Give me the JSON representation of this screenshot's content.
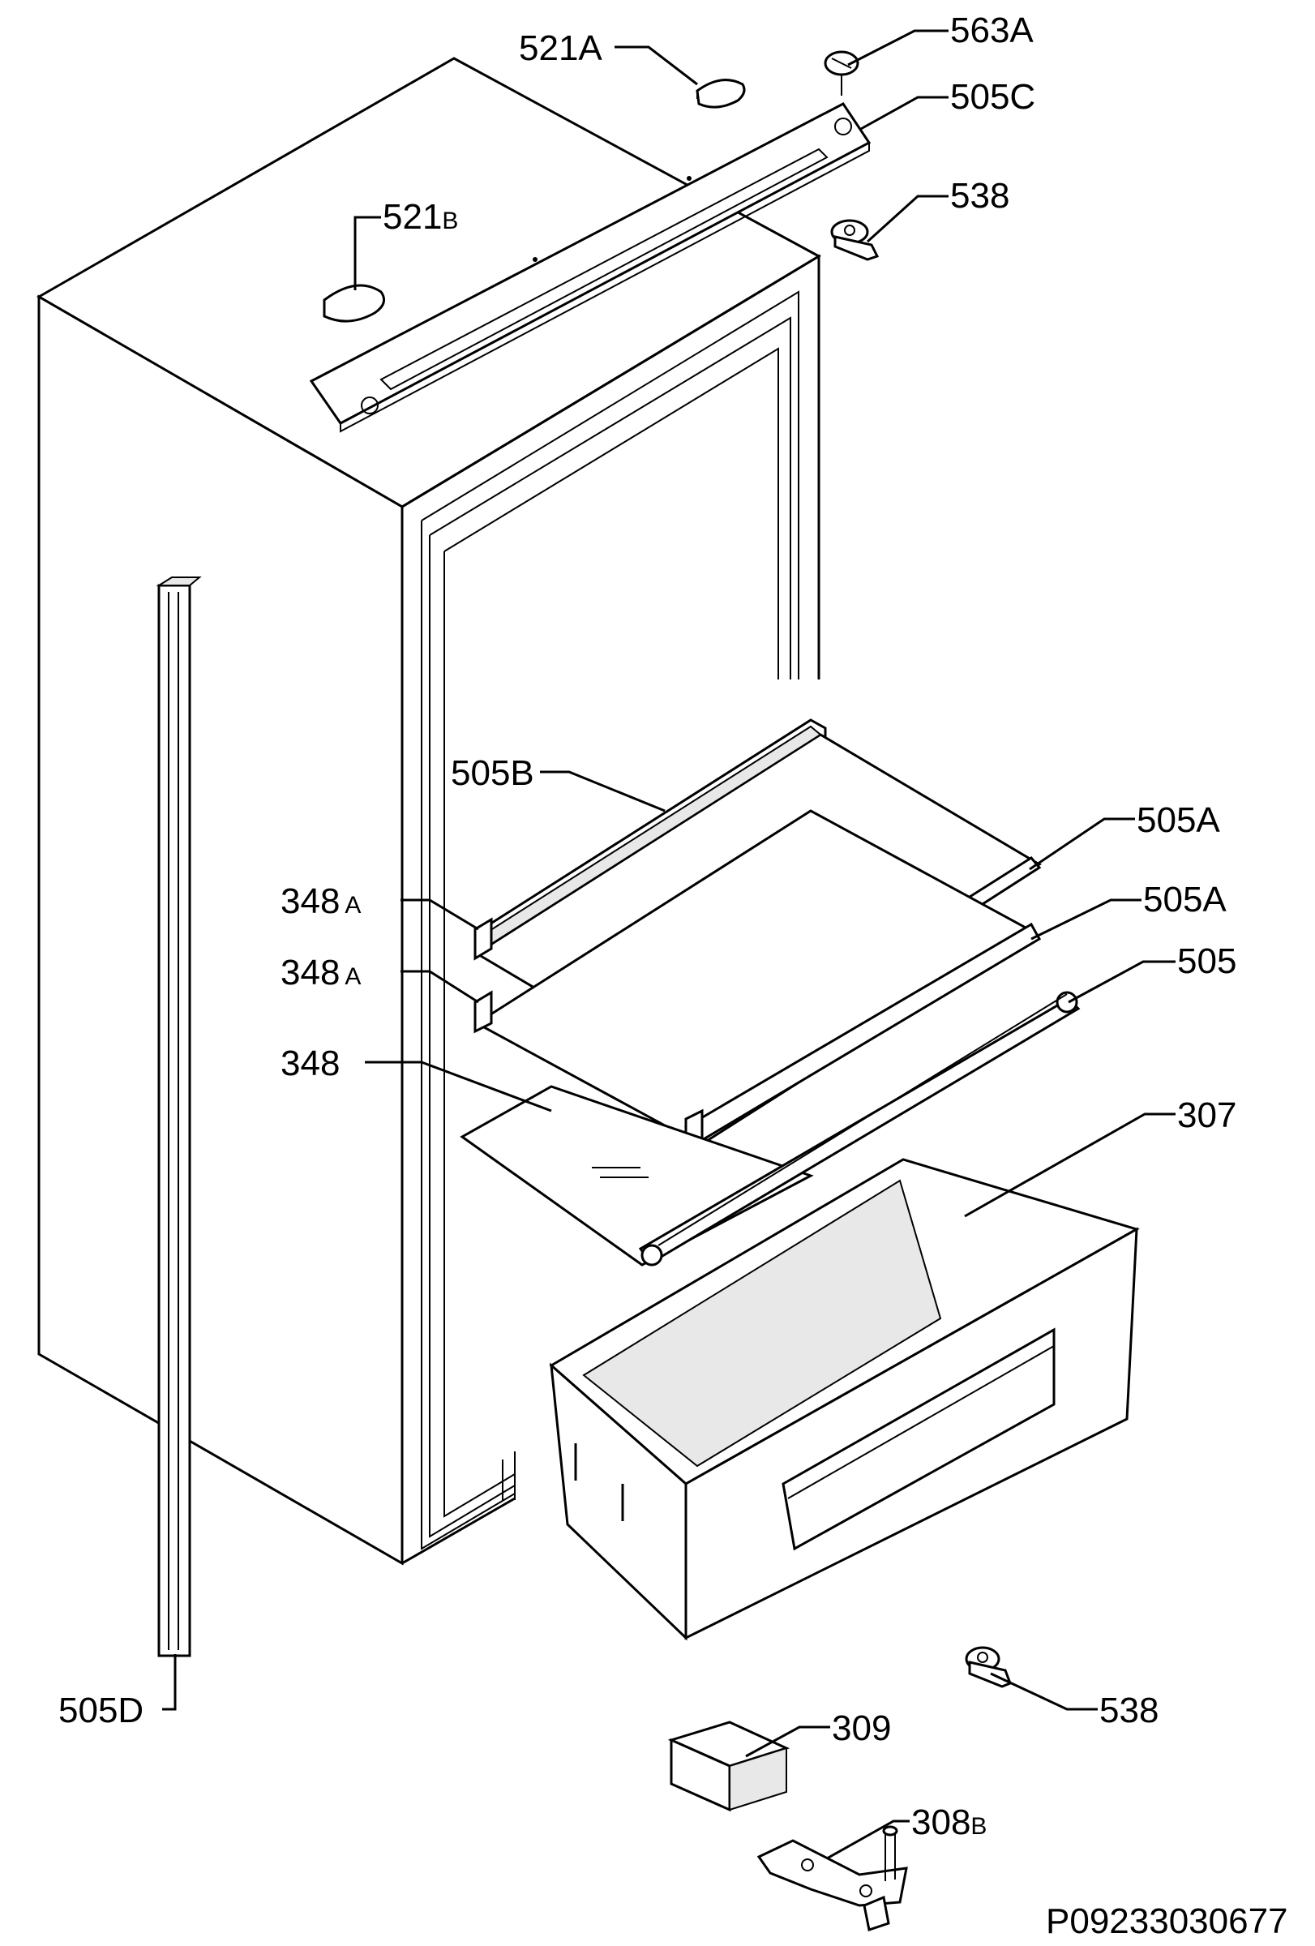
{
  "diagram": {
    "reference_code": "P09233030677",
    "callouts": [
      {
        "id": "521a",
        "number": "521",
        "suffix": "A"
      },
      {
        "id": "563a",
        "number": "563",
        "suffix": "A"
      },
      {
        "id": "505c",
        "number": "505",
        "suffix": "C"
      },
      {
        "id": "521b",
        "number": "521",
        "suffix": "B"
      },
      {
        "id": "538-top",
        "number": "538",
        "suffix": ""
      },
      {
        "id": "505b",
        "number": "505",
        "suffix": "B"
      },
      {
        "id": "505a-upper",
        "number": "505",
        "suffix": "A"
      },
      {
        "id": "348a-upper",
        "number": "348",
        "suffix": "A"
      },
      {
        "id": "505a-lower",
        "number": "505",
        "suffix": "A"
      },
      {
        "id": "348a-lower",
        "number": "348",
        "suffix": "A"
      },
      {
        "id": "505",
        "number": "505",
        "suffix": ""
      },
      {
        "id": "348",
        "number": "348",
        "suffix": ""
      },
      {
        "id": "307",
        "number": "307",
        "suffix": ""
      },
      {
        "id": "505d",
        "number": "505",
        "suffix": "D"
      },
      {
        "id": "538-bottom",
        "number": "538",
        "suffix": ""
      },
      {
        "id": "309",
        "number": "309",
        "suffix": ""
      },
      {
        "id": "308b",
        "number": "308",
        "suffix": "B"
      }
    ]
  }
}
